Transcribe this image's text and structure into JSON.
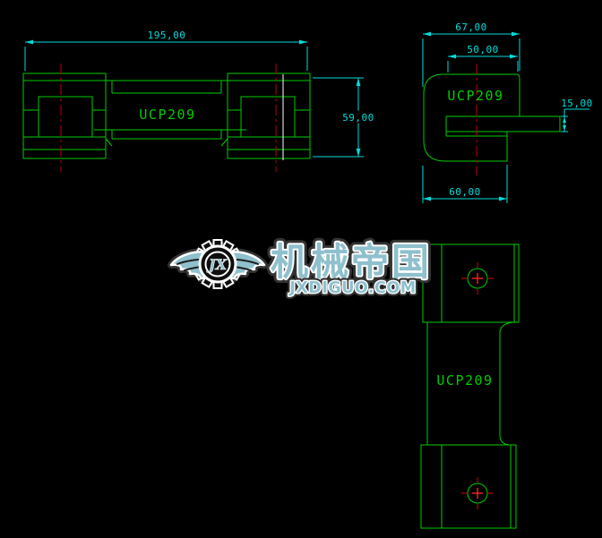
{
  "canvas": {
    "background": "#000000"
  },
  "colors": {
    "geometry_green": "#00cc00",
    "dimension_cyan": "#00dcdc",
    "centerline_red": "#bb0000",
    "crosshair_red": "#ff2222",
    "highlight_white": "#ffffff",
    "logo_teal": "#8fc0cd",
    "logo_outline_white": "#ffffff"
  },
  "views": {
    "front": {
      "label": "UCP209",
      "dim_length": "195,00",
      "dim_height": "59,00"
    },
    "side": {
      "label": "UCP209",
      "dim_overall_width": "67,00",
      "dim_top_width": "50,00",
      "dim_base_thickness": "15,00",
      "dim_base_width": "60,00"
    },
    "top": {
      "label": "UCP209"
    }
  },
  "watermark": {
    "monogram": "JX",
    "brand_name": "机械帝国",
    "website": "JXDIGUO.COM"
  }
}
